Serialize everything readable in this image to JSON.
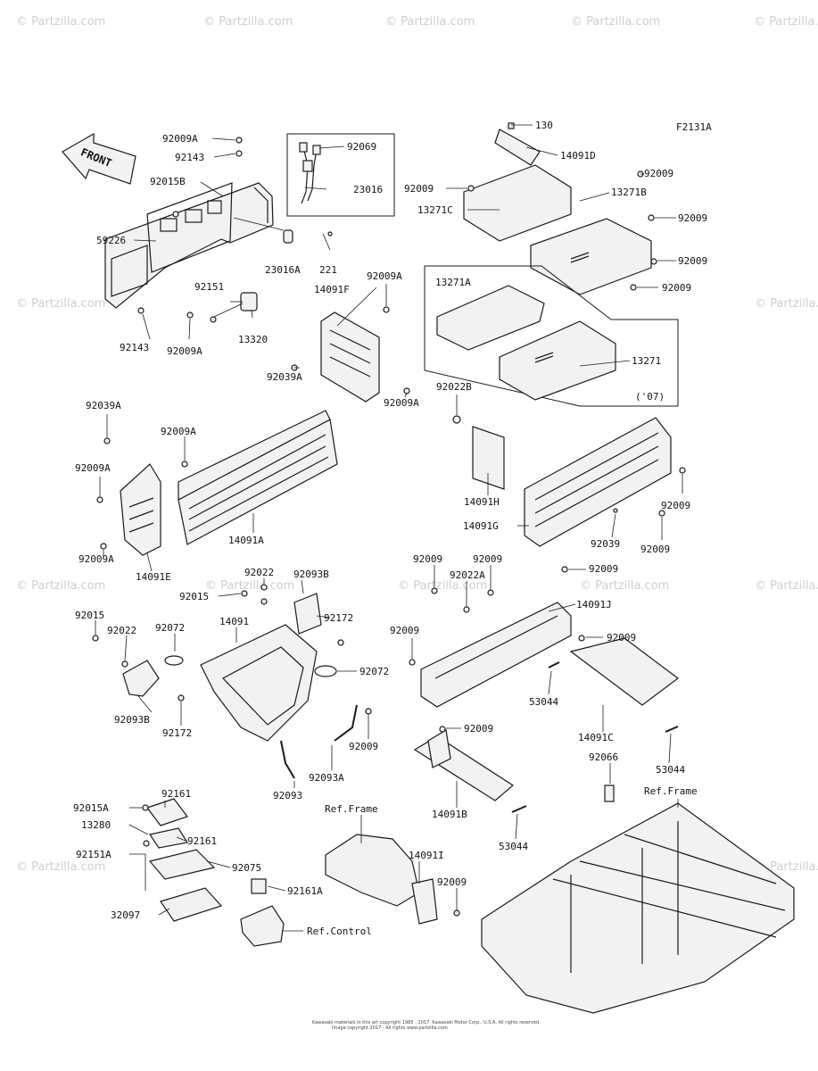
{
  "figure_code": "F2131A",
  "front_arrow": "FRONT",
  "watermark": "© Partzilla.com",
  "footer_lines": [
    "Kawasaki materials in this art copyright 1985 - 2017. Kawasaki Motor Corp., U.S.A. All rights reserved.",
    "Image copyright 2017 - All rights www.partzilla.com"
  ],
  "labels": [
    {
      "id": "92009A-1",
      "text": "92009A"
    },
    {
      "id": "92143-1",
      "text": "92143"
    },
    {
      "id": "92015B",
      "text": "92015B"
    },
    {
      "id": "59226",
      "text": "59226"
    },
    {
      "id": "92143-2",
      "text": "92143"
    },
    {
      "id": "92009A-2",
      "text": "92009A"
    },
    {
      "id": "92069",
      "text": "92069"
    },
    {
      "id": "23016",
      "text": "23016"
    },
    {
      "id": "23016A",
      "text": "23016A"
    },
    {
      "id": "221",
      "text": "221"
    },
    {
      "id": "92151",
      "text": "92151"
    },
    {
      "id": "13320",
      "text": "13320"
    },
    {
      "id": "14091F",
      "text": "14091F"
    },
    {
      "id": "92009A-3",
      "text": "92009A"
    },
    {
      "id": "92039A-1",
      "text": "92039A"
    },
    {
      "id": "92009A-4",
      "text": "92009A"
    },
    {
      "id": "130",
      "text": "130"
    },
    {
      "id": "14091D",
      "text": "14091D"
    },
    {
      "id": "92009-1",
      "text": "92009"
    },
    {
      "id": "92009-2",
      "text": "92009"
    },
    {
      "id": "13271B",
      "text": "13271B"
    },
    {
      "id": "92009-3",
      "text": "92009"
    },
    {
      "id": "13271C",
      "text": "13271C"
    },
    {
      "id": "92009-4",
      "text": "92009"
    },
    {
      "id": "92009-5",
      "text": "92009"
    },
    {
      "id": "13271A",
      "text": "13271A"
    },
    {
      "id": "13271",
      "text": "13271"
    },
    {
      "id": "07",
      "text": "('07)"
    },
    {
      "id": "92039A-2",
      "text": "92039A"
    },
    {
      "id": "92009A-5",
      "text": "92009A"
    },
    {
      "id": "92009A-6",
      "text": "92009A"
    },
    {
      "id": "14091A",
      "text": "14091A"
    },
    {
      "id": "92009A-7",
      "text": "92009A"
    },
    {
      "id": "14091E",
      "text": "14091E"
    },
    {
      "id": "92022B",
      "text": "92022B"
    },
    {
      "id": "14091H",
      "text": "14091H"
    },
    {
      "id": "14091G",
      "text": "14091G"
    },
    {
      "id": "92009-6",
      "text": "92009"
    },
    {
      "id": "92039",
      "text": "92039"
    },
    {
      "id": "92009-7",
      "text": "92009"
    },
    {
      "id": "92009-8",
      "text": "92009"
    },
    {
      "id": "92022-1",
      "text": "92022"
    },
    {
      "id": "92093B-1",
      "text": "92093B"
    },
    {
      "id": "92015-1",
      "text": "92015"
    },
    {
      "id": "92172-1",
      "text": "92172"
    },
    {
      "id": "92015-2",
      "text": "92015"
    },
    {
      "id": "92022-2",
      "text": "92022"
    },
    {
      "id": "92072-1",
      "text": "92072"
    },
    {
      "id": "14091",
      "text": "14091"
    },
    {
      "id": "92072-2",
      "text": "92072"
    },
    {
      "id": "92093B-2",
      "text": "92093B"
    },
    {
      "id": "92172-2",
      "text": "92172"
    },
    {
      "id": "92009-9",
      "text": "92009"
    },
    {
      "id": "92093A",
      "text": "92093A"
    },
    {
      "id": "92093",
      "text": "92093"
    },
    {
      "id": "92009-10",
      "text": "92009"
    },
    {
      "id": "92009-11",
      "text": "92009"
    },
    {
      "id": "92022A",
      "text": "92022A"
    },
    {
      "id": "14091J",
      "text": "14091J"
    },
    {
      "id": "92009-12",
      "text": "92009"
    },
    {
      "id": "92009-13",
      "text": "92009"
    },
    {
      "id": "53044-1",
      "text": "53044"
    },
    {
      "id": "14091C",
      "text": "14091C"
    },
    {
      "id": "53044-2",
      "text": "53044"
    },
    {
      "id": "92009-14",
      "text": "92009"
    },
    {
      "id": "14091B",
      "text": "14091B"
    },
    {
      "id": "53044-3",
      "text": "53044"
    },
    {
      "id": "92066",
      "text": "92066"
    },
    {
      "id": "RefFrame-1",
      "text": "Ref.Frame"
    },
    {
      "id": "92015A",
      "text": "92015A"
    },
    {
      "id": "13280",
      "text": "13280"
    },
    {
      "id": "92161-1",
      "text": "92161"
    },
    {
      "id": "92161-2",
      "text": "92161"
    },
    {
      "id": "92151A",
      "text": "92151A"
    },
    {
      "id": "92075",
      "text": "92075"
    },
    {
      "id": "32097",
      "text": "32097"
    },
    {
      "id": "92161A",
      "text": "92161A"
    },
    {
      "id": "RefControl",
      "text": "Ref.Control"
    },
    {
      "id": "RefFrame-2",
      "text": "Ref.Frame"
    },
    {
      "id": "14091I",
      "text": "14091I"
    },
    {
      "id": "92009-15",
      "text": "92009"
    }
  ]
}
